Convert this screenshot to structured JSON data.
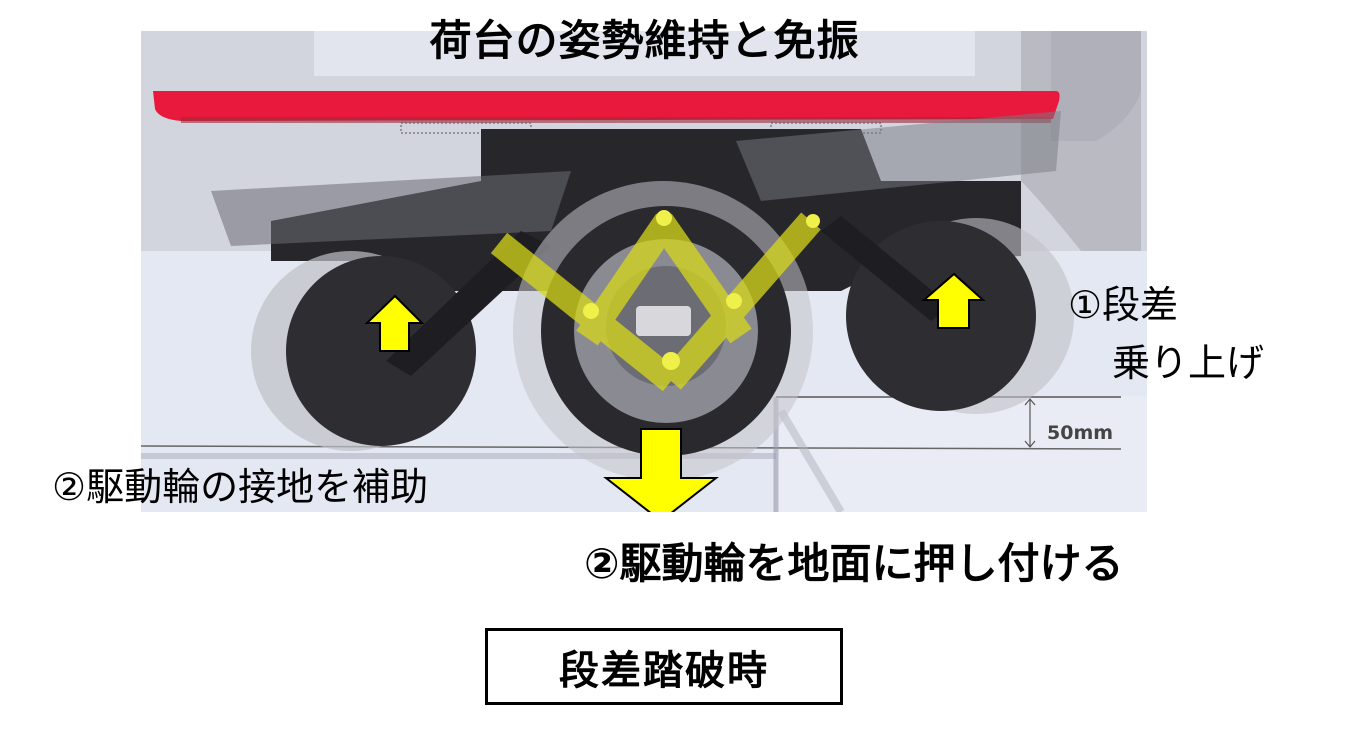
{
  "title": "荷台の姿勢維持と免振",
  "annotations": {
    "step_climb_line1": "①段差",
    "step_climb_line2": "乗り上げ",
    "drive_wheel_assist": "②駆動輪の接地を補助",
    "drive_wheel_press": "②駆動輪を地面に押し付ける"
  },
  "dimension": {
    "step_height": "50mm"
  },
  "caption": "段差踏破時",
  "colors": {
    "platform_red": "#e8193c",
    "arrow_yellow": "#ffff00",
    "linkage_yellow": "#d8d81a",
    "wheel_dark": "#2c2c30",
    "background_gray": "#d4d6e0",
    "floor": "#e6eaf4"
  },
  "icons": {
    "left_wheel_arrow": "arrow-up-icon",
    "right_wheel_arrow": "arrow-up-icon",
    "drive_wheel_arrow": "arrow-down-icon"
  }
}
